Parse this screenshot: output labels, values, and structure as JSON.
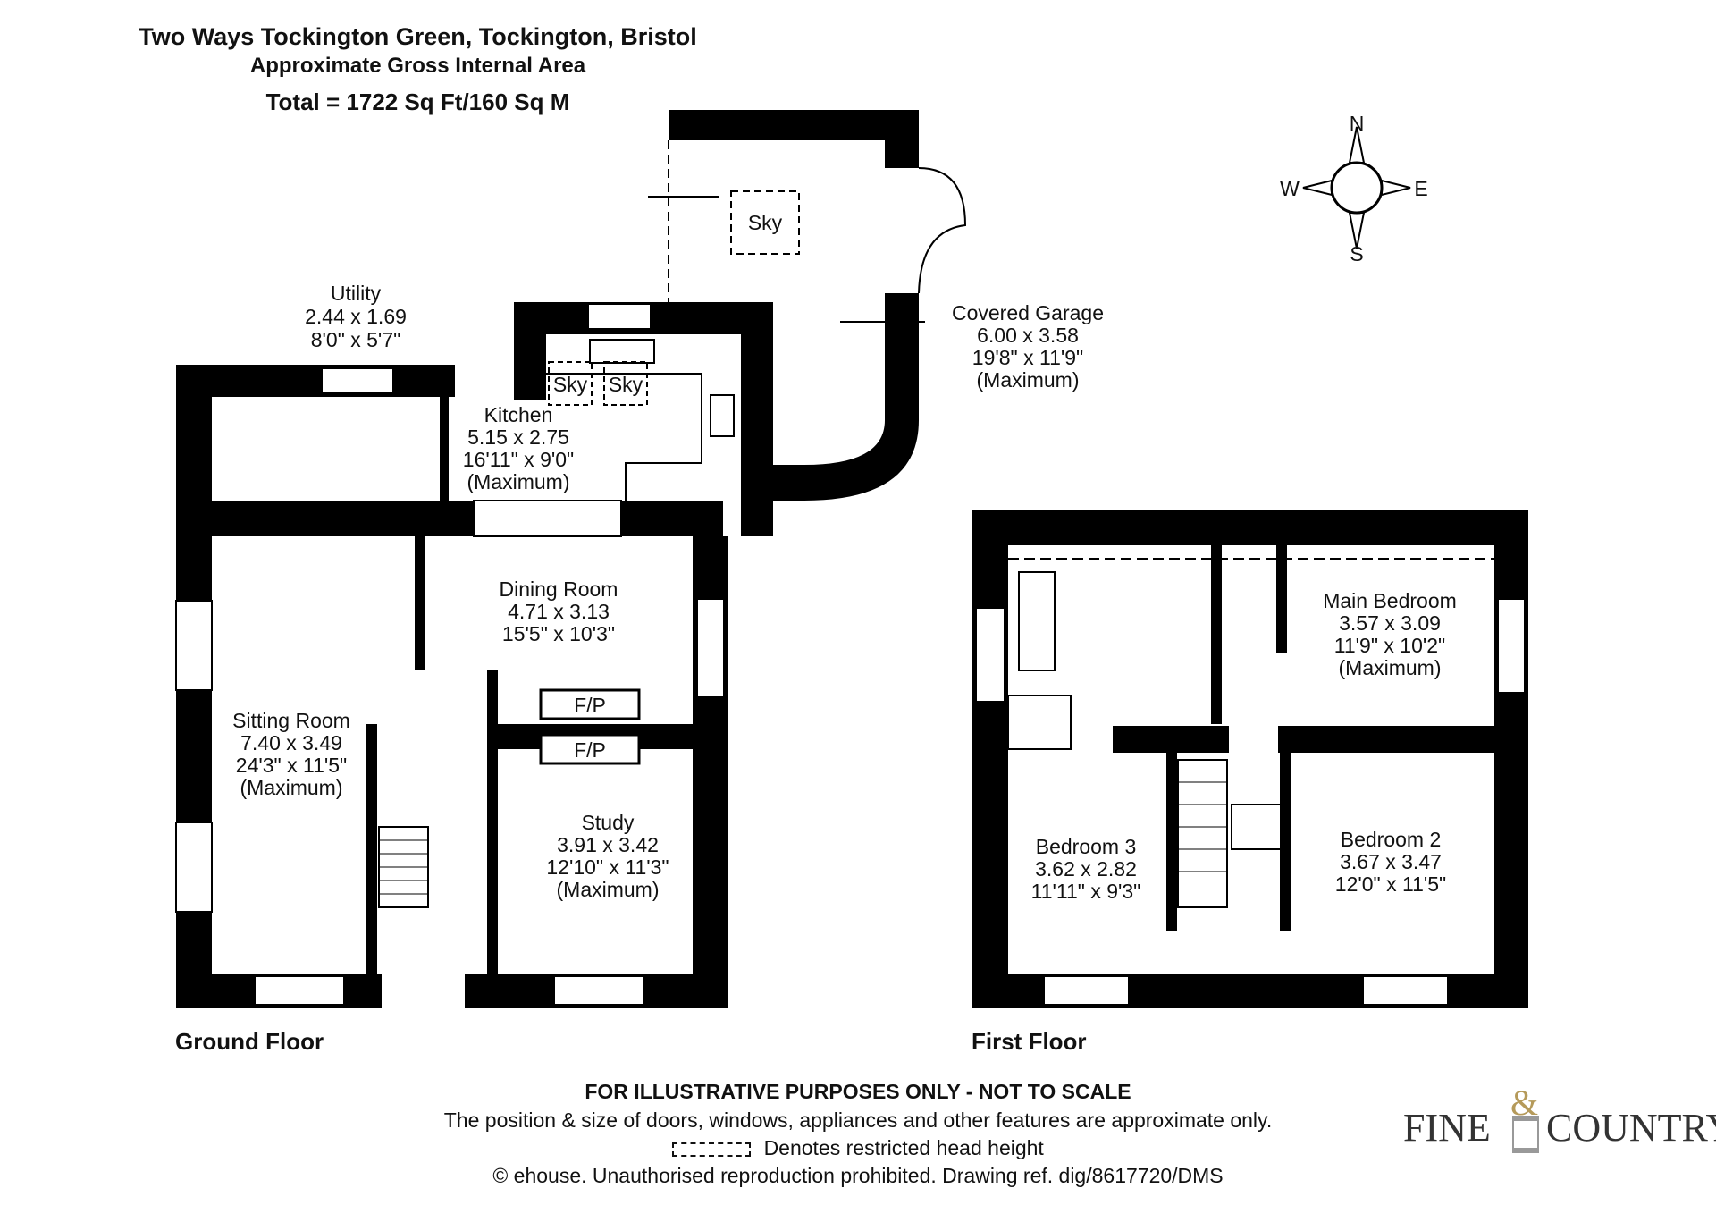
{
  "header": {
    "address": "Two Ways Tockington Green, Tockington, Bristol",
    "area_caption": "Approximate Gross Internal Area",
    "total": "Total = 1722 Sq Ft/160 Sq M"
  },
  "compass": {
    "n": "N",
    "s": "S",
    "e": "E",
    "w": "W"
  },
  "rooms": {
    "utility": {
      "name": "Utility",
      "metric": "2.44 x 1.69",
      "imperial": "8'0\" x 5'7\""
    },
    "kitchen": {
      "name": "Kitchen",
      "metric": "5.15 x 2.75",
      "imperial": "16'11\" x 9'0\"",
      "note": "(Maximum)"
    },
    "garage": {
      "name": "Covered Garage",
      "metric": "6.00 x 3.58",
      "imperial": "19'8\" x 11'9\"",
      "note": "(Maximum)"
    },
    "dining": {
      "name": "Dining Room",
      "metric": "4.71 x 3.13",
      "imperial": "15'5\" x 10'3\""
    },
    "sitting": {
      "name": "Sitting Room",
      "metric": "7.40 x 3.49",
      "imperial": "24'3\" x 11'5\"",
      "note": "(Maximum)"
    },
    "study": {
      "name": "Study",
      "metric": "3.91 x 3.42",
      "imperial": "12'10\" x 11'3\"",
      "note": "(Maximum)"
    },
    "main_bedroom": {
      "name": "Main Bedroom",
      "metric": "3.57 x 3.09",
      "imperial": "11'9\" x 10'2\"",
      "note": "(Maximum)"
    },
    "bedroom3": {
      "name": "Bedroom 3",
      "metric": "3.62 x 2.82",
      "imperial": "11'11\" x 9'3\""
    },
    "bedroom2": {
      "name": "Bedroom 2",
      "metric": "3.67 x 3.47",
      "imperial": "12'0\" x 11'5\""
    }
  },
  "fixtures": {
    "sky": "Sky",
    "fireplace": "F/P"
  },
  "floors": {
    "ground": "Ground Floor",
    "first": "First Floor"
  },
  "footer": {
    "line1": "FOR ILLUSTRATIVE PURPOSES ONLY - NOT TO SCALE",
    "line2": "The position & size of doors, windows, appliances and other features are approximate only.",
    "line3": "Denotes restricted head height",
    "line4": "© ehouse. Unauthorised reproduction prohibited. Drawing ref. dig/8617720/DMS"
  },
  "logo": {
    "left": "FINE",
    "amp": "&",
    "right": "COUNTRY"
  },
  "colors": {
    "wall": "#000000",
    "logo_gold": "#b59a5a",
    "logo_text": "#333333"
  }
}
